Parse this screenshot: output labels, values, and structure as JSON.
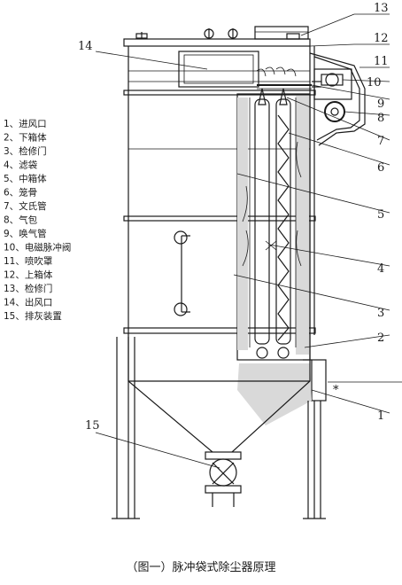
{
  "legend": [
    {
      "num": "1、",
      "label": "进风口"
    },
    {
      "num": "2、",
      "label": "下箱体"
    },
    {
      "num": "3、",
      "label": "检修门"
    },
    {
      "num": "4、",
      "label": "滤袋"
    },
    {
      "num": "5、",
      "label": "中箱体"
    },
    {
      "num": "6、",
      "label": "笼骨"
    },
    {
      "num": "7、",
      "label": "文氏管"
    },
    {
      "num": "8、",
      "label": "气包"
    },
    {
      "num": "9、",
      "label": "唤气管"
    },
    {
      "num": "10、",
      "label": "电磁脉冲阀"
    },
    {
      "num": "11、",
      "label": "喷吹罩"
    },
    {
      "num": "12、",
      "label": "上箱体"
    },
    {
      "num": "13、",
      "label": "检修门"
    },
    {
      "num": "14、",
      "label": "出风口"
    },
    {
      "num": "15、",
      "label": "排灰装置"
    }
  ],
  "callouts": [
    "13",
    "12",
    "11",
    "10",
    "9",
    "8",
    "7",
    "6",
    "5",
    "4",
    "3",
    "2",
    "1",
    "14",
    "15"
  ],
  "caption": "（图一）脉冲袋式除尘器原理"
}
